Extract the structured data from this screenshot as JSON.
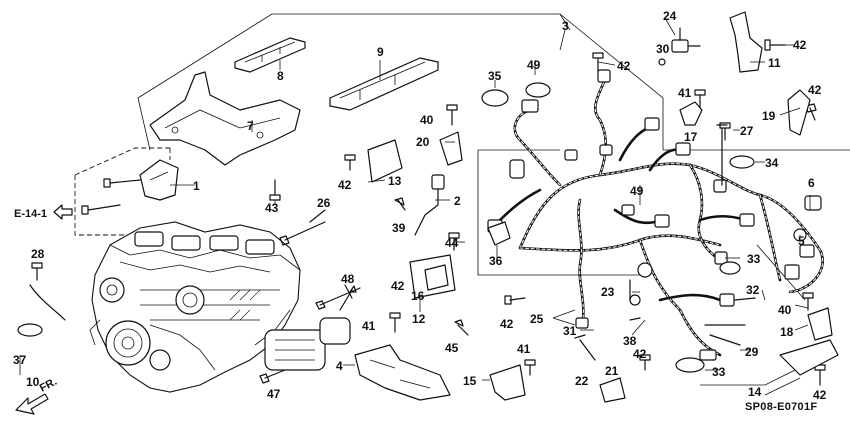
{
  "diagram": {
    "code": "SP08-E0701F",
    "ref_label": "E-14-1",
    "front_label": "FR.",
    "callouts": [
      "1",
      "2",
      "3",
      "4",
      "5",
      "6",
      "7",
      "8",
      "9",
      "10",
      "11",
      "12",
      "13",
      "14",
      "15",
      "16",
      "17",
      "18",
      "19",
      "20",
      "21",
      "22",
      "23",
      "24",
      "25",
      "26",
      "27",
      "28",
      "29",
      "30",
      "31",
      "32",
      "33",
      "33",
      "34",
      "35",
      "36",
      "37",
      "38",
      "39",
      "40",
      "40",
      "41",
      "41",
      "41",
      "42",
      "42",
      "42",
      "42",
      "42",
      "42",
      "42",
      "42",
      "43",
      "44",
      "45",
      "47",
      "48",
      "49",
      "49"
    ]
  }
}
